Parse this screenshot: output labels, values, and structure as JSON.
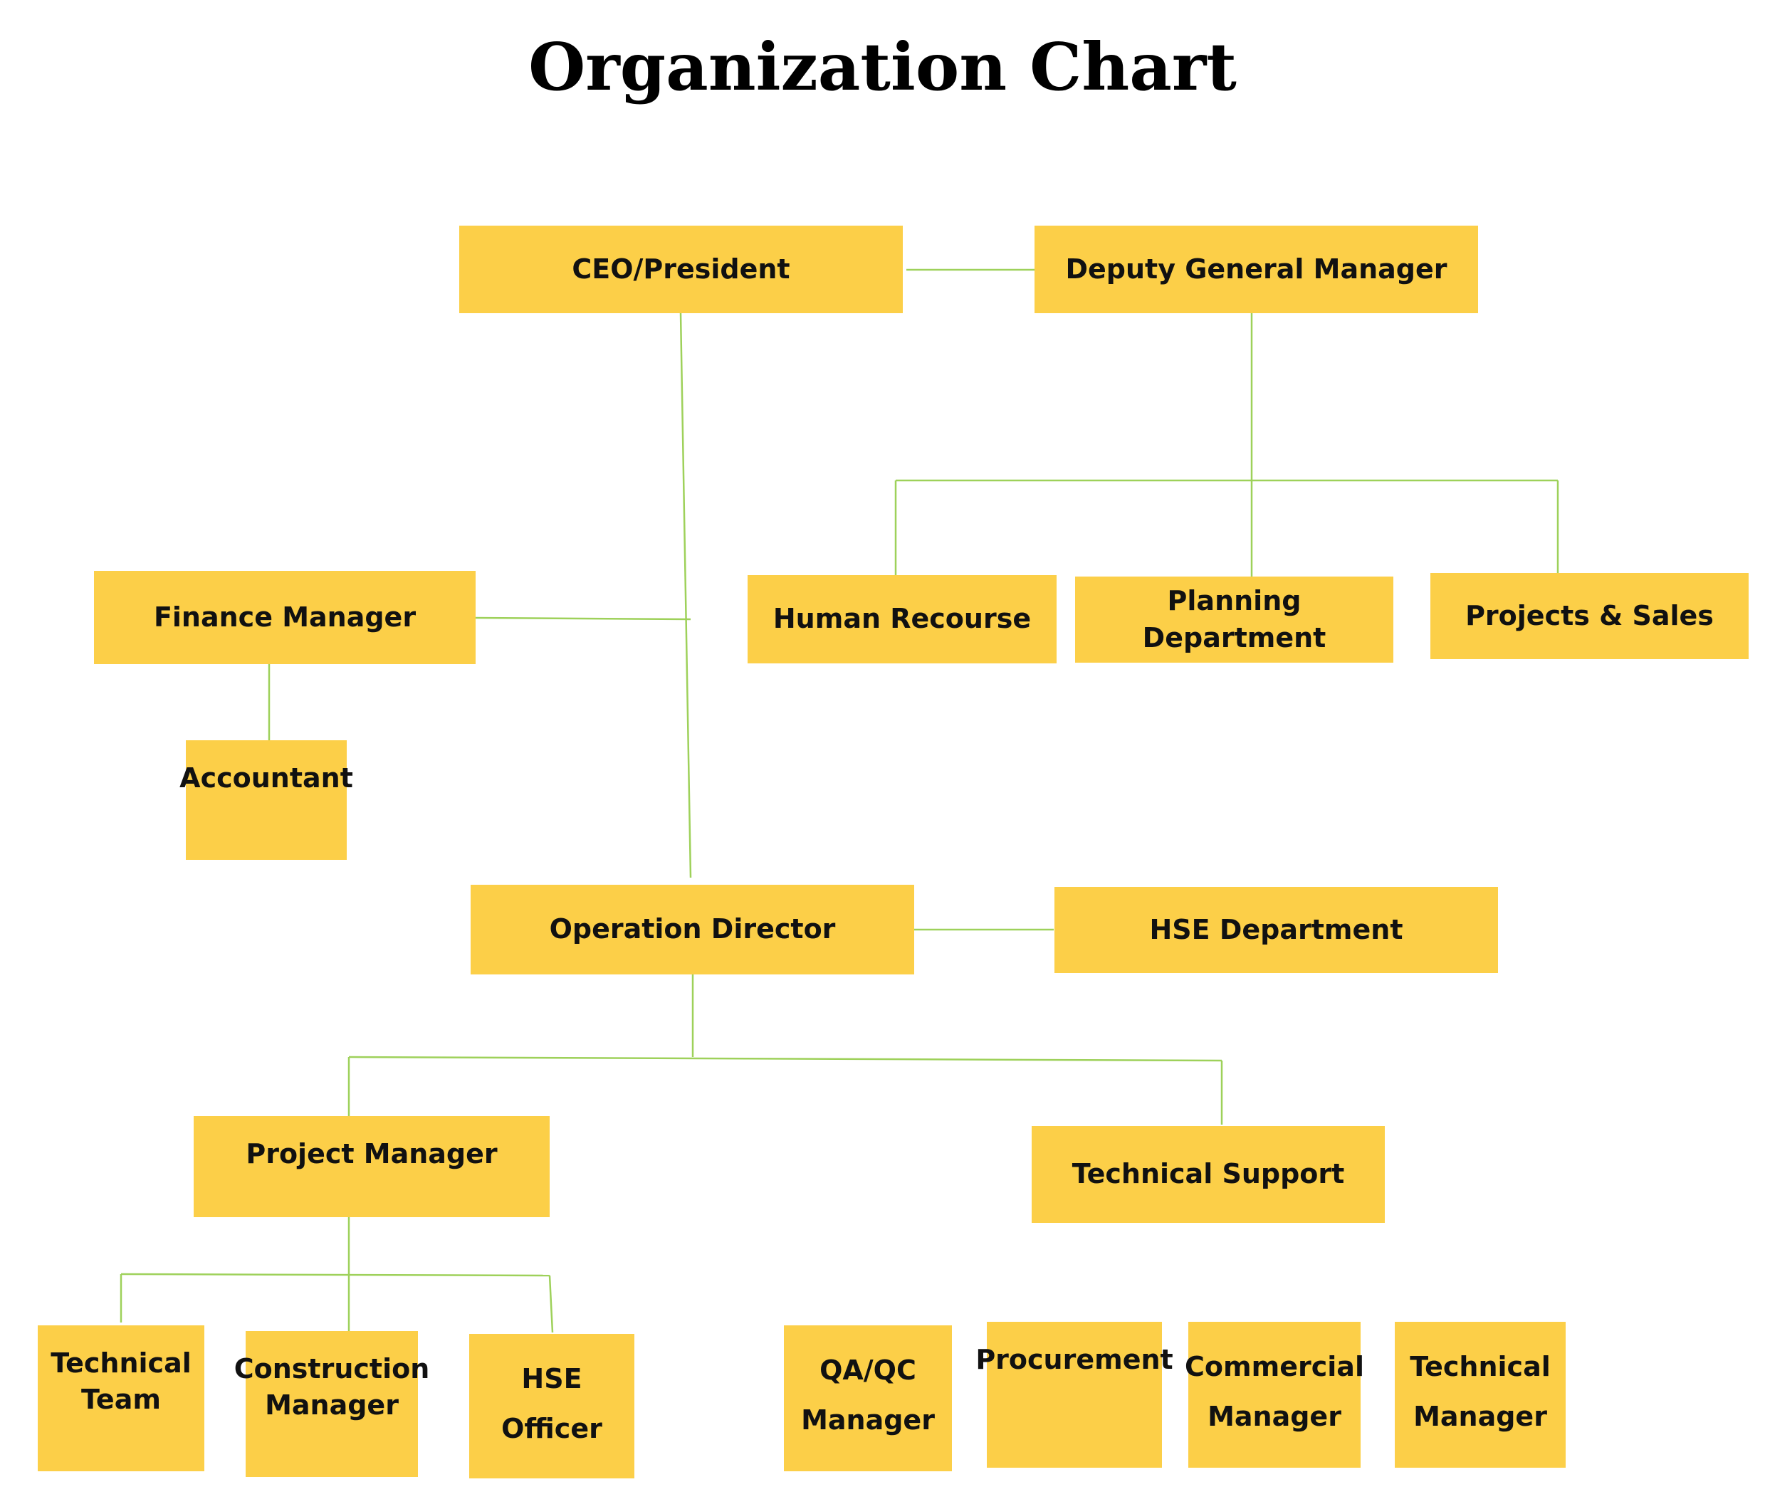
{
  "title": "Organization Chart",
  "nodes": {
    "ceo": "CEO/President",
    "deputy_gm": "Deputy General Manager",
    "finance_manager": "Finance Manager",
    "accountant": "Accountant",
    "human_resource": "Human Recourse",
    "planning_department": "Planning Department",
    "projects_sales": "Projects & Sales",
    "operation_director": "Operation Director",
    "hse_department": "HSE Department",
    "project_manager": "Project Manager",
    "technical_support": "Technical Support",
    "technical_team": "Technical\nTeam",
    "construction_manager": "Construction\nManager",
    "hse_officer": "HSE\nOfficer",
    "qa_qc_manager": "QA/QC\nManager",
    "procurement": "Procurement",
    "commercial_manager": "Commercial\nManager",
    "technical_manager": "Technical\nManager"
  },
  "colors": {
    "box_fill": "#FCCF48",
    "connector": "#9ED15A",
    "text": "#111111"
  }
}
